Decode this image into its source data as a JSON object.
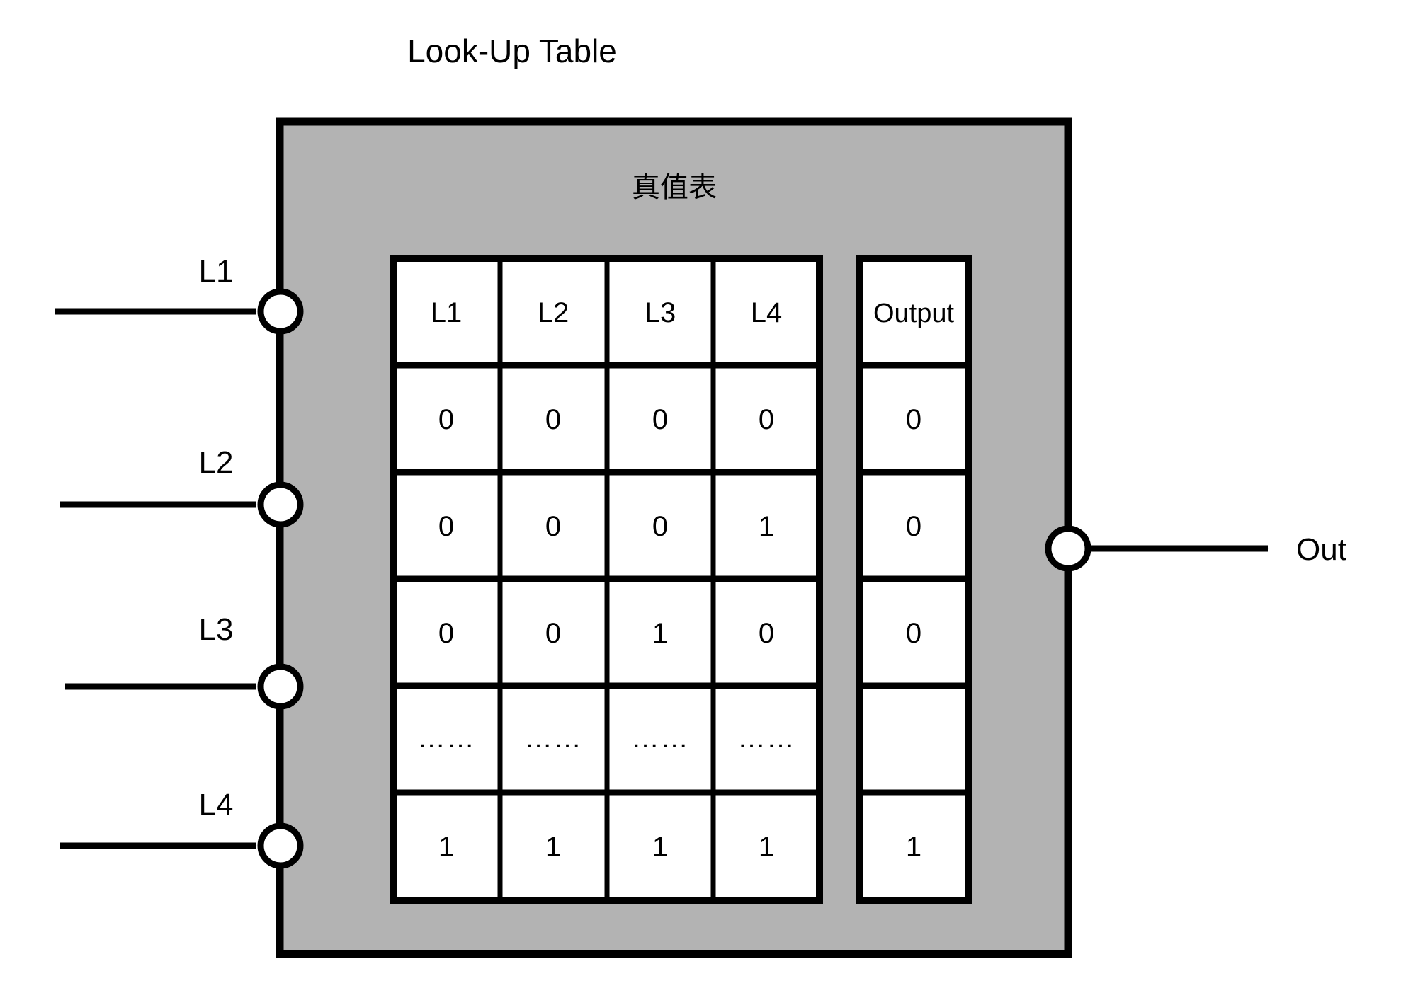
{
  "title": "Look-Up Table",
  "box": {
    "inner_caption": "真值表",
    "fill_color": "#b3b3b3",
    "stroke_color": "#000000"
  },
  "inputs": [
    {
      "label": "L1",
      "terminal": "input-port-circle"
    },
    {
      "label": "L2",
      "terminal": "input-port-circle"
    },
    {
      "label": "L3",
      "terminal": "input-port-circle"
    },
    {
      "label": "L4",
      "terminal": "input-port-circle"
    }
  ],
  "output": {
    "label": "Out",
    "terminal": "output-port-circle"
  },
  "chart_data": {
    "type": "table",
    "title": "真值表",
    "input_columns": [
      "L1",
      "L2",
      "L3",
      "L4"
    ],
    "output_column": "Output",
    "rows": [
      {
        "inputs": [
          "0",
          "0",
          "0",
          "0"
        ],
        "output": "0"
      },
      {
        "inputs": [
          "0",
          "0",
          "0",
          "1"
        ],
        "output": "0"
      },
      {
        "inputs": [
          "0",
          "0",
          "1",
          "0"
        ],
        "output": "0"
      },
      {
        "inputs": [
          "……",
          "……",
          "……",
          "……"
        ],
        "output": ""
      },
      {
        "inputs": [
          "1",
          "1",
          "1",
          "1"
        ],
        "output": "1"
      }
    ]
  }
}
